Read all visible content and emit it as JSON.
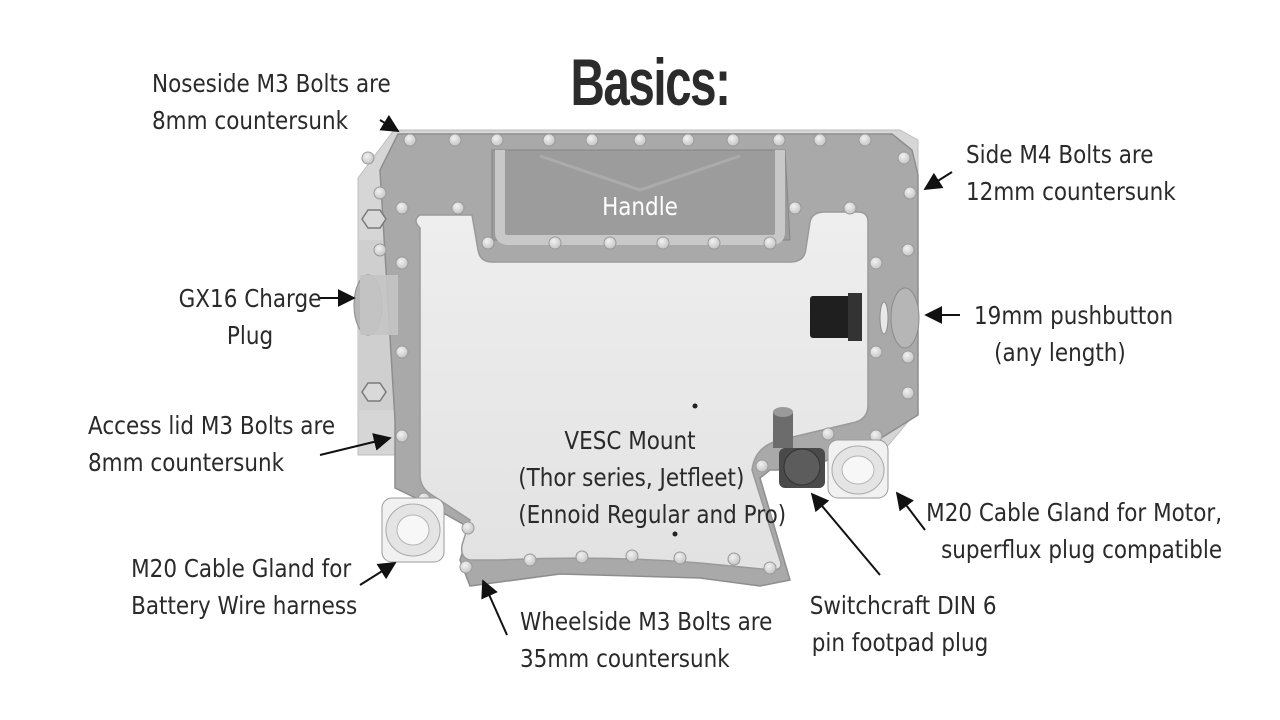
{
  "title": "Basics:",
  "labels": {
    "noseside": [
      "Noseside M3 Bolts are",
      "8mm countersunk"
    ],
    "side_m4": [
      "Side M4 Bolts are",
      "12mm countersunk"
    ],
    "handle": "Handle",
    "gx16": [
      "GX16 Charge",
      "Plug"
    ],
    "pushbutton": [
      "19mm pushbutton",
      "(any length)"
    ],
    "access_lid": [
      "Access lid M3 Bolts are",
      "8mm countersunk"
    ],
    "vesc": [
      "VESC Mount",
      "(Thor series, Jetfleet)",
      "(Ennoid Regular and Pro)"
    ],
    "gland_motor": [
      "M20 Cable Gland for Motor,",
      "superflux plug compatible"
    ],
    "gland_battery": [
      "M20 Cable Gland for",
      "Battery Wire harness"
    ],
    "wheelside": [
      "Wheelside M3 Bolts are",
      "35mm countersunk"
    ],
    "switchcraft": [
      "Switchcraft DIN 6",
      "pin footpad plug"
    ]
  },
  "colors": {
    "frame": "#a9a9a9",
    "plate": "#e8e8e8",
    "bolt": "#d4d4d4",
    "text": "#2a2a2a"
  }
}
